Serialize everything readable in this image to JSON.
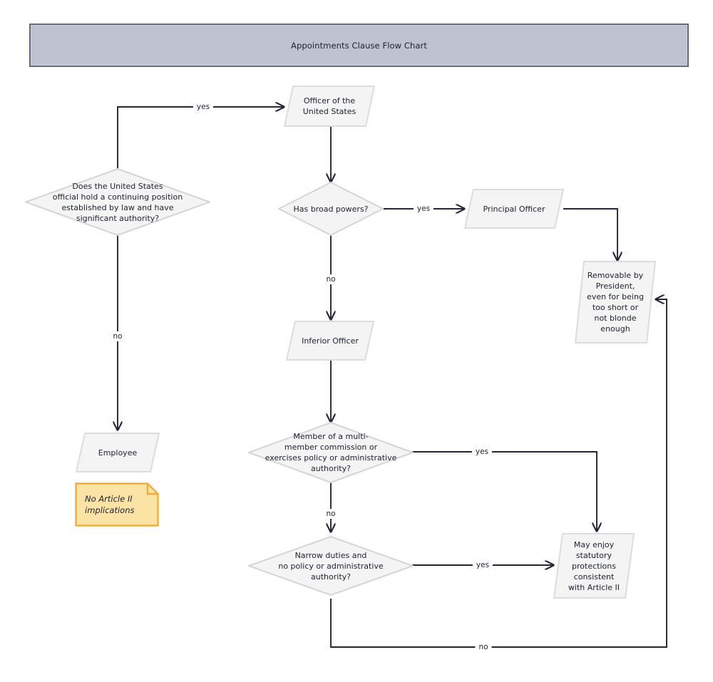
{
  "header": {
    "title": "Appointments Clause Flow Chart"
  },
  "colors": {
    "title_bar_fill": "#bfc3d0",
    "title_bar_border": "#626b82",
    "node_fill": "#f4f4f4",
    "node_border": "#d5d5d8",
    "edge_stroke": "#232637",
    "note_fill": "#fbe3a5",
    "note_border": "#f0a830",
    "text": "#1d2130",
    "background": "#ffffff"
  },
  "chart_data": {
    "type": "diagram",
    "title": "Appointments Clause Flow Chart",
    "nodes": [
      {
        "id": "q-continuing-position",
        "shape": "diamond",
        "label": "Does the United States\nofficial hold a continuing position\nestablished by law and have\nsignificant authority?"
      },
      {
        "id": "officer-of-us",
        "shape": "parallelogram",
        "label": "Officer of the\nUnited States"
      },
      {
        "id": "employee",
        "shape": "parallelogram",
        "label": "Employee"
      },
      {
        "id": "note-no-article-ii",
        "shape": "note",
        "label": "No Article II\nimplications"
      },
      {
        "id": "q-broad-powers",
        "shape": "diamond",
        "label": "Has broad powers?"
      },
      {
        "id": "principal-officer",
        "shape": "parallelogram",
        "label": "Principal Officer"
      },
      {
        "id": "removable-by-president",
        "shape": "parallelogram",
        "label": "Removable by\nPresident,\neven for being\ntoo short or\nnot blonde\nenough"
      },
      {
        "id": "inferior-officer",
        "shape": "parallelogram",
        "label": "Inferior Officer"
      },
      {
        "id": "q-multi-member",
        "shape": "diamond",
        "label": "Member of a multi-\nmember commission or\nexercises policy or administrative\nauthority?"
      },
      {
        "id": "q-narrow-duties",
        "shape": "diamond",
        "label": "Narrow duties and\nno policy or administrative\nauthority?"
      },
      {
        "id": "may-enjoy-protections",
        "shape": "parallelogram",
        "label": "May enjoy\nstatutory\nprotections\nconsistent\nwith Article II"
      }
    ],
    "edges": [
      {
        "from": "q-continuing-position",
        "to": "officer-of-us",
        "label": "yes"
      },
      {
        "from": "q-continuing-position",
        "to": "employee",
        "label": "no"
      },
      {
        "from": "officer-of-us",
        "to": "q-broad-powers",
        "label": ""
      },
      {
        "from": "q-broad-powers",
        "to": "principal-officer",
        "label": "yes"
      },
      {
        "from": "q-broad-powers",
        "to": "inferior-officer",
        "label": "no"
      },
      {
        "from": "principal-officer",
        "to": "removable-by-president",
        "label": ""
      },
      {
        "from": "inferior-officer",
        "to": "q-multi-member",
        "label": ""
      },
      {
        "from": "q-multi-member",
        "to": "may-enjoy-protections",
        "label": "yes"
      },
      {
        "from": "q-multi-member",
        "to": "q-narrow-duties",
        "label": "no"
      },
      {
        "from": "q-narrow-duties",
        "to": "may-enjoy-protections",
        "label": "yes"
      },
      {
        "from": "q-narrow-duties",
        "to": "removable-by-president",
        "label": "no"
      }
    ]
  },
  "nodes": {
    "q_continuing": {
      "label": "Does the United States\nofficial hold a continuing position\nestablished by law and have\nsignificant authority?"
    },
    "officer_us": {
      "label": "Officer of the\nUnited States"
    },
    "employee": {
      "label": "Employee"
    },
    "note_article2": {
      "label": "No Article II\nimplications"
    },
    "q_broad_powers": {
      "label": "Has broad powers?"
    },
    "principal_officer": {
      "label": "Principal Officer"
    },
    "removable": {
      "label": "Removable by\nPresident,\neven for being\ntoo short or\nnot blonde\nenough"
    },
    "inferior_officer": {
      "label": "Inferior Officer"
    },
    "q_multi_member": {
      "label": "Member of a multi-\nmember commission or\nexercises policy or administrative\nauthority?"
    },
    "q_narrow_duties": {
      "label": "Narrow duties and\nno policy or administrative\nauthority?"
    },
    "may_enjoy": {
      "label": "May enjoy\nstatutory\nprotections\nconsistent\nwith Article II"
    }
  },
  "edge_labels": {
    "yes_officer": "yes",
    "no_employee": "no",
    "yes_principal": "yes",
    "no_inferior": "no",
    "yes_multi": "yes",
    "no_narrow": "no",
    "yes_narrow": "yes",
    "no_loop": "no"
  }
}
